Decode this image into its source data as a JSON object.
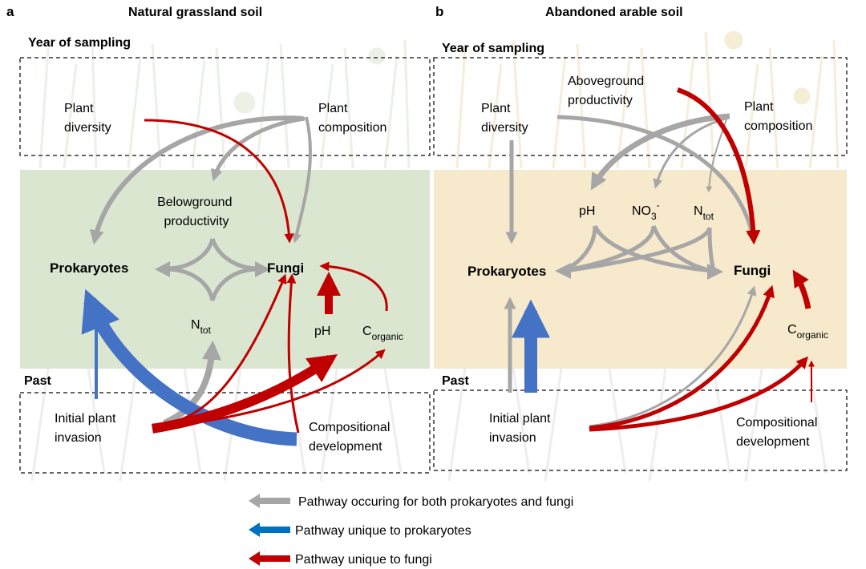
{
  "panels": [
    {
      "letter": "a",
      "title": "Natural grassland soil",
      "year_label": "Year of sampling",
      "past_label": "Past",
      "nodes": {
        "plant_diversity": [
          "Plant",
          "diversity"
        ],
        "plant_composition": [
          "Plant",
          "composition"
        ],
        "belowground_productivity": [
          "Belowground",
          "productivity"
        ],
        "prokaryotes": "Prokaryotes",
        "fungi": "Fungi",
        "ntot": {
          "base": "N",
          "sub": "tot"
        },
        "ph": "pH",
        "corganic": {
          "base": "C",
          "sub": "organic"
        },
        "initial_invasion": [
          "Initial plant",
          "invasion"
        ],
        "compositional_development": [
          "Compositional",
          "development"
        ]
      }
    },
    {
      "letter": "b",
      "title": "Abandoned arable soil",
      "year_label": "Year of sampling",
      "past_label": "Past",
      "nodes": {
        "aboveground_productivity": [
          "Aboveground",
          "productivity"
        ],
        "plant_diversity": [
          "Plant",
          "diversity"
        ],
        "plant_composition": [
          "Plant",
          "composition"
        ],
        "ph": "pH",
        "no3": {
          "base": "NO",
          "sub": "3",
          "sup": "-"
        },
        "ntot": {
          "base": "N",
          "sub": "tot"
        },
        "prokaryotes": "Prokaryotes",
        "fungi": "Fungi",
        "corganic": {
          "base": "C",
          "sub": "organic"
        },
        "initial_invasion": [
          "Initial plant",
          "invasion"
        ],
        "compositional_development": [
          "Compositional",
          "development"
        ]
      }
    }
  ],
  "legend": [
    {
      "label": "Pathway occuring for both prokaryotes and fungi",
      "color": "#a6a6a6"
    },
    {
      "label": "Pathway unique to prokaryotes",
      "color": "#0070c0"
    },
    {
      "label": "Pathway unique to fungi",
      "color": "#c00000"
    }
  ],
  "colors": {
    "shared": "#a6a6a6",
    "prokaryotes": "#4472c4",
    "fungi": "#c00000",
    "panel_a_band": "#dae6d0",
    "panel_b_band": "#f6e9cc",
    "panel_a_vegetation": "#e6ede0",
    "panel_b_vegetation": "#f5ead1"
  }
}
